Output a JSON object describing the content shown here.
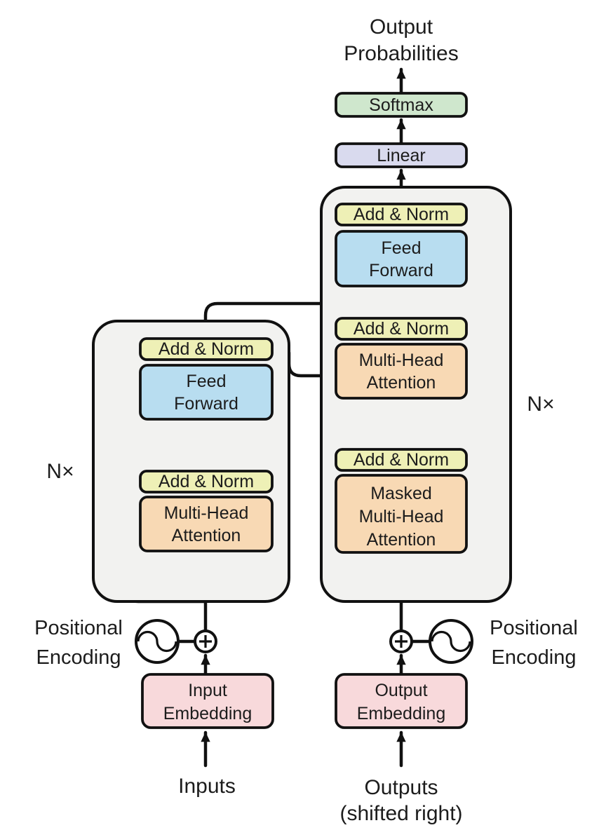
{
  "palette": {
    "background": "#ffffff",
    "container_fill": "#f2f2f0",
    "line": "#111111",
    "add_norm_fill": "#eef0b6",
    "feed_forward_fill": "#b8ddf0",
    "attention_fill": "#f8d9b4",
    "embedding_fill": "#f8d9db",
    "softmax_fill": "#cfe7cd",
    "linear_fill": "#d9daee",
    "text": "#1c1c1c"
  },
  "title": {
    "line1": "Output",
    "line2": "Probabilities"
  },
  "blocks": {
    "softmax": "Softmax",
    "linear": "Linear",
    "add_norm": "Add & Norm",
    "feed_forward": {
      "line1": "Feed",
      "line2": "Forward"
    },
    "multi_head_attention": {
      "line1": "Multi-Head",
      "line2": "Attention"
    },
    "masked_multi_head_attention": {
      "line1": "Masked",
      "line2": "Multi-Head",
      "line3": "Attention"
    },
    "input_embedding": {
      "line1": "Input",
      "line2": "Embedding"
    },
    "output_embedding": {
      "line1": "Output",
      "line2": "Embedding"
    }
  },
  "annotations": {
    "encoder_repeat": "N×",
    "decoder_repeat": "N×",
    "positional_encoding_left": {
      "line1": "Positional",
      "line2": "Encoding"
    },
    "positional_encoding_right": {
      "line1": "Positional",
      "line2": "Encoding"
    },
    "inputs": "Inputs",
    "outputs": {
      "line1": "Outputs",
      "line2": "(shifted right)"
    }
  }
}
